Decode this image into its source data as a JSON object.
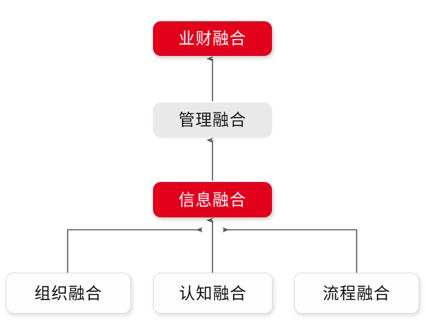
{
  "diagram": {
    "type": "flowchart",
    "orientation": "bottom-up-hierarchy",
    "background_color": "#FFFFFF",
    "accent_color": "#E3001B",
    "muted_color": "#E9E9E9",
    "plain_color": "#FDFDFD",
    "edge_color": "#595959",
    "nodes": [
      {
        "id": "top",
        "label": "业财融合",
        "style": "accent",
        "level": 1
      },
      {
        "id": "mid",
        "label": "管理融合",
        "style": "muted",
        "level": 2
      },
      {
        "id": "info",
        "label": "信息融合",
        "style": "accent",
        "level": 3
      },
      {
        "id": "org",
        "label": "组织融合",
        "style": "plain",
        "level": 4
      },
      {
        "id": "cog",
        "label": "认知融合",
        "style": "plain",
        "level": 4
      },
      {
        "id": "proc",
        "label": "流程融合",
        "style": "plain",
        "level": 4
      }
    ],
    "edges": [
      {
        "from": "mid",
        "to": "top",
        "shape": "straight-vertical",
        "arrow": "up"
      },
      {
        "from": "info",
        "to": "mid",
        "shape": "straight-vertical",
        "arrow": "up"
      },
      {
        "from": "cog",
        "to": "info",
        "shape": "straight-vertical",
        "arrow": "up"
      },
      {
        "from": "org",
        "to": "info",
        "shape": "elbow",
        "arrow": "right"
      },
      {
        "from": "proc",
        "to": "info",
        "shape": "elbow",
        "arrow": "left"
      }
    ]
  }
}
